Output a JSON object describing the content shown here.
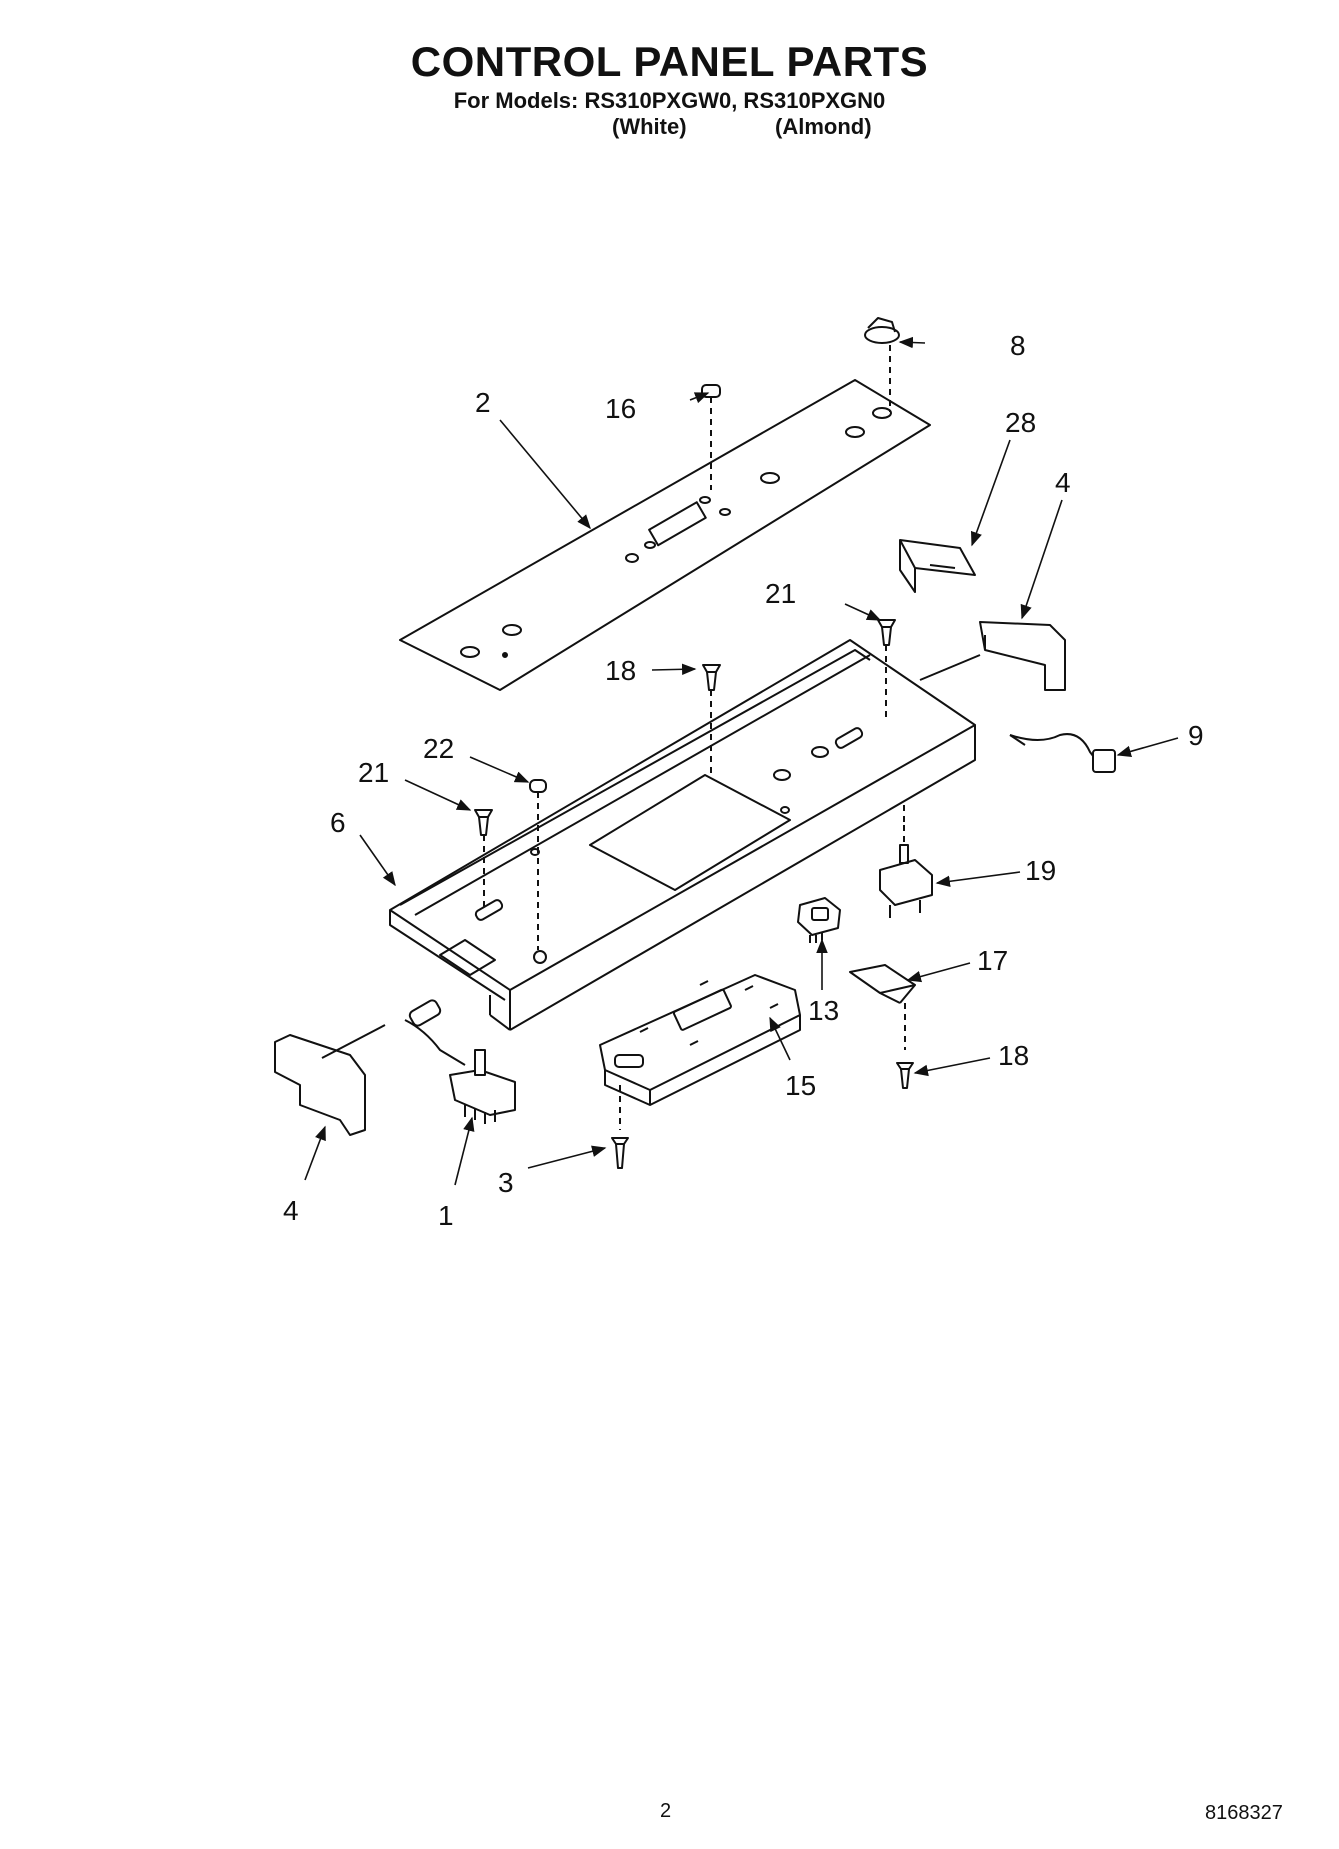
{
  "header": {
    "title": "CONTROL PANEL PARTS",
    "models_line": "For Models: RS310PXGW0, RS310PXGN0",
    "color_white": "(White)",
    "color_almond": "(Almond)"
  },
  "callouts": {
    "c1": "1",
    "c2": "2",
    "c3": "3",
    "c4a": "4",
    "c4b": "4",
    "c6": "6",
    "c8": "8",
    "c9": "9",
    "c13": "13",
    "c15": "15",
    "c16": "16",
    "c17": "17",
    "c18a": "18",
    "c18b": "18",
    "c19": "19",
    "c21a": "21",
    "c21b": "21",
    "c22": "22",
    "c28": "28"
  },
  "footer": {
    "page_number": "2",
    "document_number": "8168327"
  }
}
